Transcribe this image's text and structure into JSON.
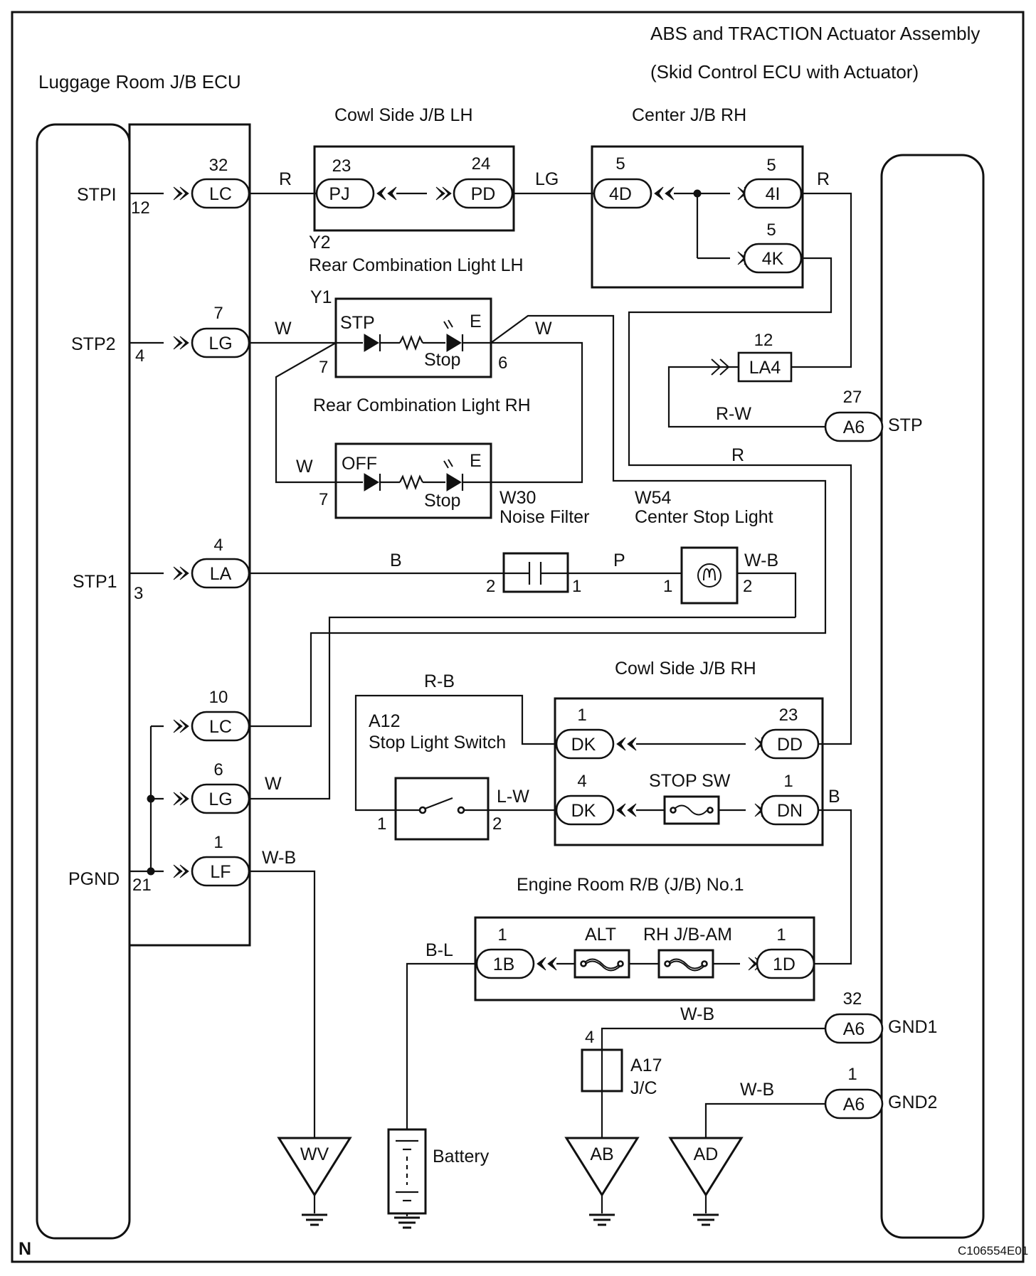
{
  "ecu_left": {
    "title": "Luggage Room J/B ECU",
    "terminals": {
      "stpi": "STPI",
      "stp2": "STP2",
      "stp1": "STP1",
      "pgnd": "PGND"
    }
  },
  "ecu_right": {
    "title1": "ABS and TRACTION Actuator Assembly",
    "title2": "(Skid Control ECU with Actuator)",
    "terminals": {
      "stp": "STP",
      "gnd1": "GND1",
      "gnd2": "GND2"
    }
  },
  "pins": {
    "stpi": "12",
    "stp2": "4",
    "stp1": "3",
    "pgnd": "21",
    "lc32": "32",
    "lg7": "7",
    "la4": "4",
    "lc10": "10",
    "lg6": "6",
    "lf1": "1",
    "pj23": "23",
    "pd24": "24",
    "d4d": "5",
    "d4i": "5",
    "d4k": "5",
    "la4_12": "12",
    "a6_27": "27",
    "a6_32": "32",
    "a6_1": "1",
    "y1_7a": "7",
    "y1_6": "6",
    "w30_7": "7",
    "cap2": "2",
    "cap1": "1",
    "lamp1": "1",
    "lamp2": "2",
    "dk1": "1",
    "dd23": "23",
    "dk4": "4",
    "dn1": "1",
    "sw1": "1",
    "sw2": "2",
    "b1b": "1",
    "b1d": "1",
    "jc4": "4"
  },
  "connectors": {
    "lc": "LC",
    "lg": "LG",
    "la": "LA",
    "lc2": "LC",
    "lg2": "LG",
    "lf": "LF",
    "pj": "PJ",
    "pd": "PD",
    "d4d": "4D",
    "d4i": "4I",
    "d4k": "4K",
    "la4": "LA4",
    "a6a": "A6",
    "a6b": "A6",
    "a6c": "A6",
    "dk1": "DK",
    "dd": "DD",
    "dk2": "DK",
    "dn": "DN",
    "b1b": "1B",
    "b1d": "1D"
  },
  "junctions": {
    "cowl_lh": "Cowl Side J/B LH",
    "center_rh": "Center J/B RH",
    "cowl_rh": "Cowl Side J/B RH",
    "engine_rb": "Engine Room R/B (J/B) No.1"
  },
  "components": {
    "y2_code": "Y2",
    "y2_name": "Rear Combination Light LH",
    "y1_code": "Y1",
    "y1_name": "Rear Combination Light RH",
    "y1_stp": "STP",
    "y1_e": "E",
    "y1_stop": "Stop",
    "w30_code": "W30",
    "w30_name": "Noise Filter",
    "w30_off": "OFF",
    "w30_e": "E",
    "w30_stop": "Stop",
    "w54_code": "W54",
    "w54_name": "Center Stop Light",
    "a12_code": "A12",
    "a12_name": "Stop Light Switch",
    "stop_sw": "STOP SW",
    "alt": "ALT",
    "rh_jb_am": "RH J/B-AM",
    "a17_code": "A17",
    "a17_name": "J/C",
    "battery": "Battery"
  },
  "wire_colors": {
    "stpi_r": "R",
    "pd_lg": "LG",
    "d4i_r": "R",
    "stp2_w": "W",
    "y1e_w": "W",
    "w30_w": "W",
    "la4_rw": "R-W",
    "center_r": "R",
    "stp1_b": "B",
    "cap_p": "P",
    "lamp_wb": "W-B",
    "sw_rb": "R-B",
    "lg6_w": "W",
    "sw_lw": "L-W",
    "dn_b": "B",
    "lf_wb": "W-B",
    "batt_bl": "B-L",
    "gnd1_wb": "W-B",
    "gnd2_wb": "W-B"
  },
  "grounds": {
    "wv": "WV",
    "ab": "AB",
    "ad": "AD"
  },
  "footer": {
    "left": "N",
    "code": "C106554E01"
  }
}
